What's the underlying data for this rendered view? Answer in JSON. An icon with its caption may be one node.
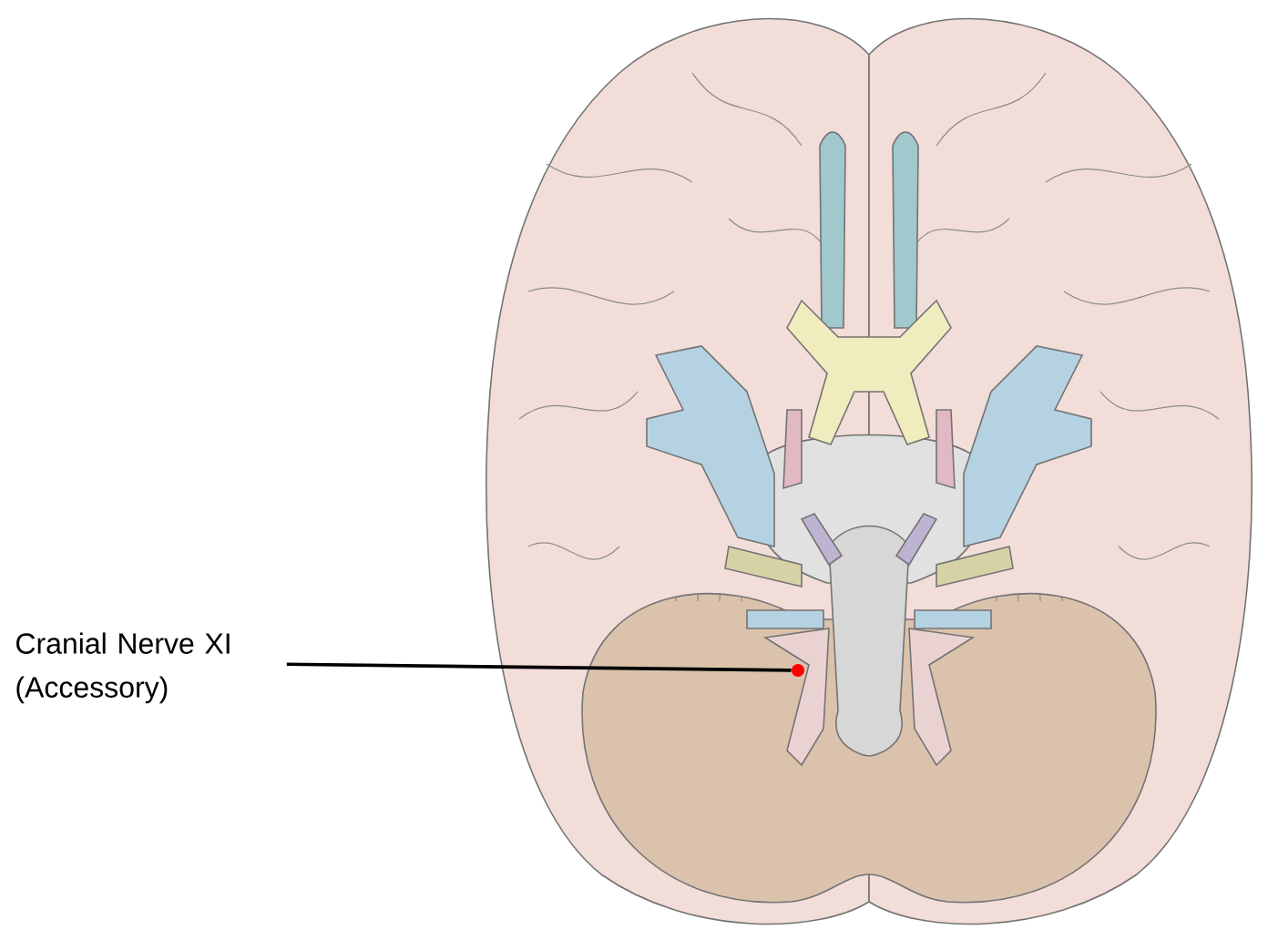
{
  "diagram": {
    "nodes": [
      {
        "text": [
          "Cranial Nerve XI (Accessory)"
        ]
      },
      {
        "text": [],
        "shape": "circle"
      }
    ],
    "edges": [
      {
        "from": 0,
        "to": 1,
        "arrow": "none"
      }
    ]
  }
}
